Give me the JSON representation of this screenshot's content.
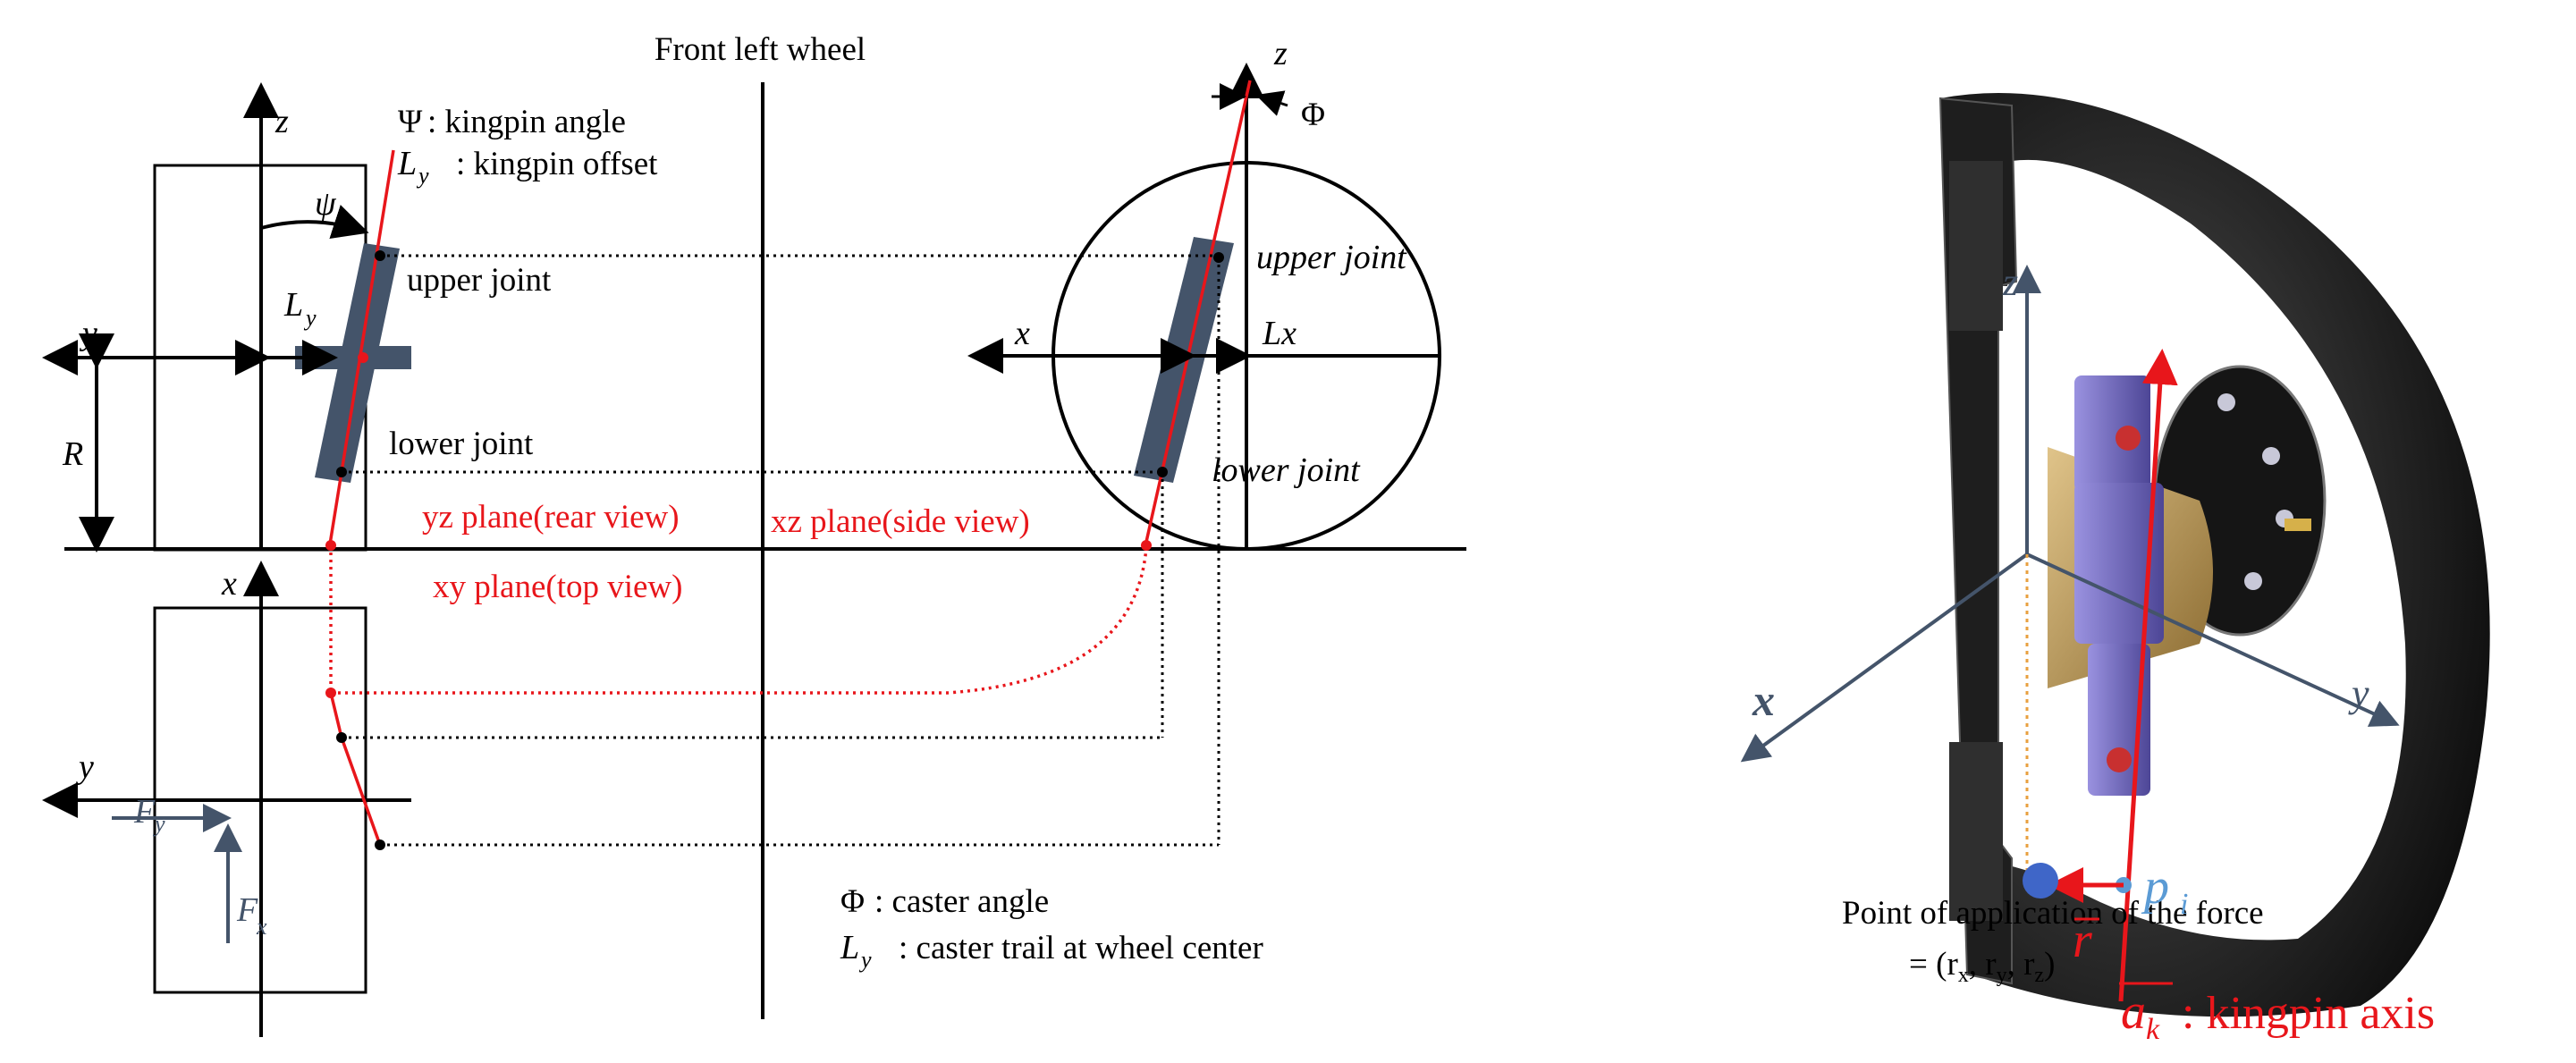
{
  "diagram": {
    "title": "Front left wheel",
    "legend_top": {
      "psi_symbol": "Ψ",
      "psi_text": ": kingpin angle",
      "ly_text": ": kingpin offset"
    },
    "legend_bottom": {
      "phi_symbol": "Φ",
      "phi_text": ": caster angle",
      "ly_text": ": caster trail at wheel center"
    },
    "rear_view": {
      "axis_z": "z",
      "axis_y": "y",
      "psi_label": "ψ",
      "ly_label": "L",
      "ly_sub": "y",
      "r_label": "R",
      "upper_joint": "upper joint",
      "lower_joint": "lower joint",
      "plane_label": "yz plane(rear view)"
    },
    "side_view": {
      "axis_z": "z",
      "axis_x": "x",
      "phi_label": "Φ",
      "lx_label": "Lx",
      "upper_joint": "upper joint",
      "lower_joint": "lower joint",
      "plane_label": "xz plane(side view)"
    },
    "top_view": {
      "axis_x": "x",
      "axis_y": "y",
      "fy_label": "F",
      "fy_sub": "y",
      "fx_label": "F",
      "fx_sub": "x",
      "plane_label": "xy plane(top view)"
    },
    "model_3d": {
      "axis_x": "x",
      "axis_y": "y",
      "axis_z": "z",
      "point_label_line1": "Point of application of the force",
      "point_label_line2": "= (r",
      "point_label_vals": "x",
      "pi_label": "p",
      "pi_sub": "i",
      "r_label": "r",
      "ak_label": "a",
      "ak_sub": "k",
      "ak_text": ": kingpin axis"
    },
    "colors": {
      "red": "#e8161b",
      "steel": "#44546a",
      "joint_fill": "#44546a",
      "tire": "#1a1a1a",
      "knuckle": "#7b72c9",
      "hub_brass": "#b08a4a",
      "point_blue": "#3f66c8"
    }
  }
}
